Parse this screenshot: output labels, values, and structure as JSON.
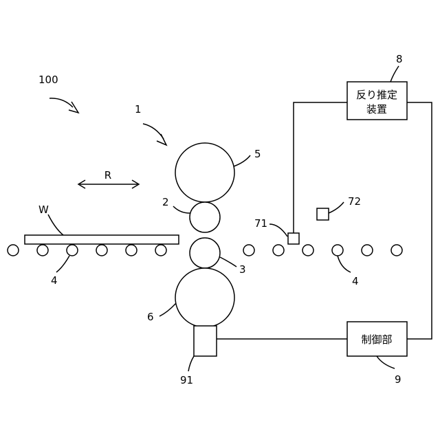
{
  "figure": {
    "labels": {
      "system": "100",
      "mill": "1",
      "upper_work_roll": "2",
      "lower_work_roll": "3",
      "conveyor_roll_left": "4",
      "conveyor_roll_right": "4",
      "upper_backup_roll": "5",
      "lower_backup_roll": "6",
      "sensor_a": "71",
      "sensor_b": "72",
      "estimator_ref": "8",
      "controller_ref": "9",
      "drive_ref": "91",
      "workpiece": "W",
      "direction": "R"
    },
    "estimator_box": {
      "line1": "反り推定",
      "line2": "装置"
    },
    "controller_box": {
      "text": "制御部"
    }
  }
}
